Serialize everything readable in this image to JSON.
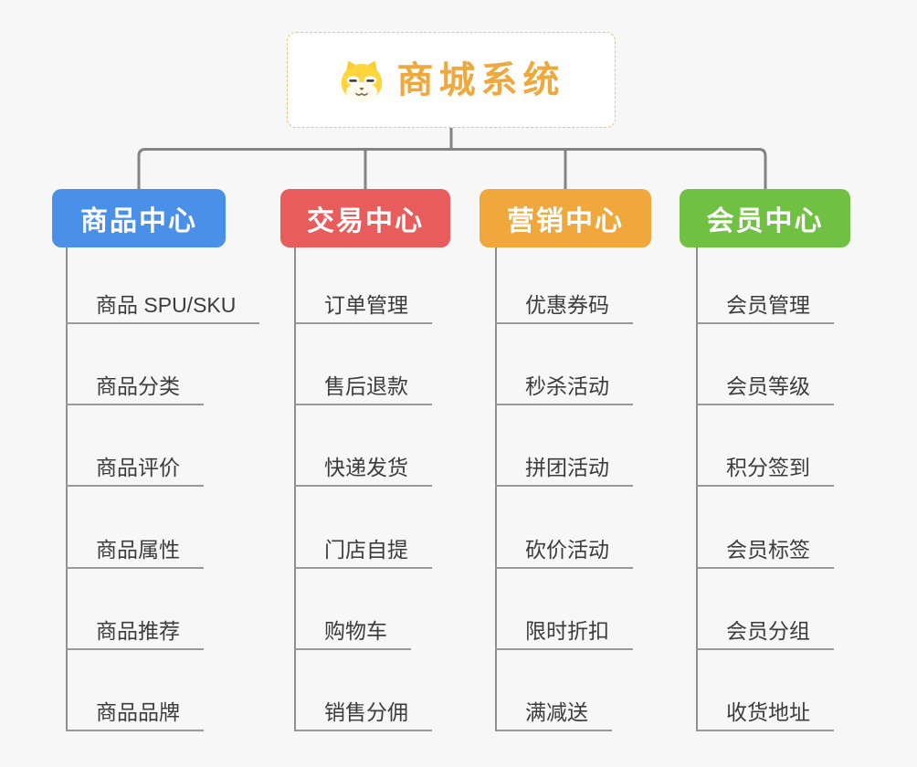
{
  "root": {
    "title": "商城系统",
    "icon": "dog-face-icon",
    "accent_color": "#EFA83E"
  },
  "connector_color": "#838383",
  "branches": [
    {
      "label": "商品中心",
      "color": "#4B90E8",
      "items": [
        "商品 SPU/SKU",
        "商品分类",
        "商品评价",
        "商品属性",
        "商品推荐",
        "商品品牌"
      ]
    },
    {
      "label": "交易中心",
      "color": "#E85C5C",
      "items": [
        "订单管理",
        "售后退款",
        "快递发货",
        "门店自提",
        "购物车",
        "销售分佣"
      ]
    },
    {
      "label": "营销中心",
      "color": "#F0A83C",
      "items": [
        "优惠券码",
        "秒杀活动",
        "拼团活动",
        "砍价活动",
        "限时折扣",
        "满减送"
      ]
    },
    {
      "label": "会员中心",
      "color": "#70C143",
      "items": [
        "会员管理",
        "会员等级",
        "积分签到",
        "会员标签",
        "会员分组",
        "收货地址"
      ]
    }
  ]
}
